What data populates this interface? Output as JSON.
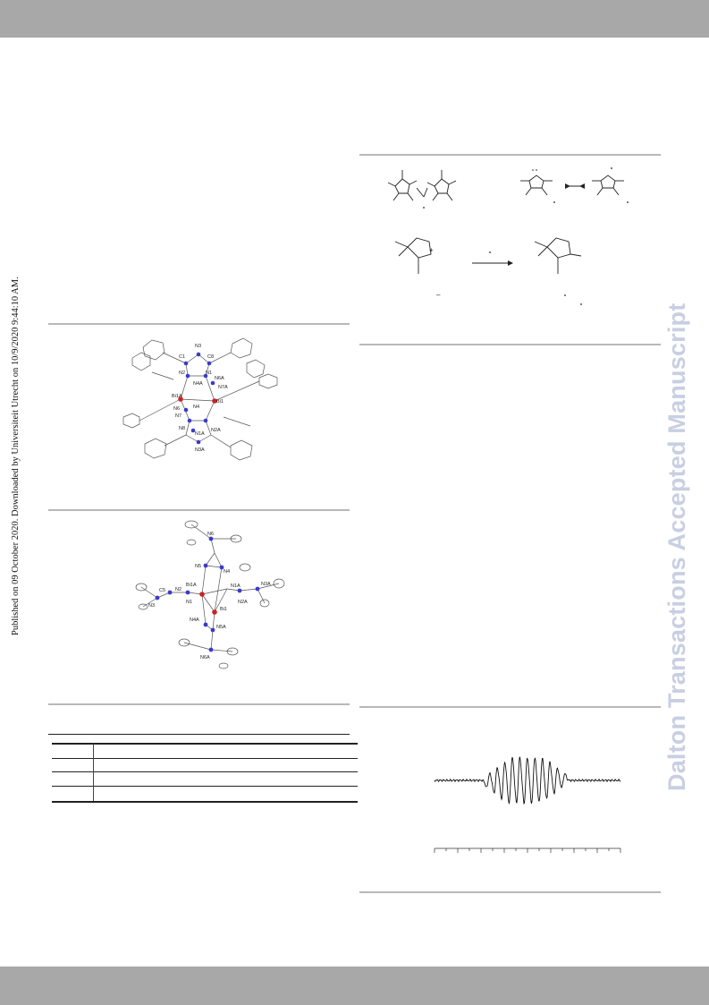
{
  "sidebar": {
    "published_note": "Published on 09 October 2020. Downloaded by Universiteit Utrecht on 10/9/2020 9:44:10 AM.",
    "watermark": "Dalton Transactions Accepted Manuscript"
  },
  "figure1": {
    "labels": [
      "N3",
      "C1",
      "C8",
      "N2",
      "N1",
      "N4A",
      "N6A",
      "N7A",
      "Bi1A",
      "N6",
      "N4",
      "Bi1",
      "N7",
      "N8",
      "N1A",
      "N2A",
      "N3A"
    ]
  },
  "figure2": {
    "labels": [
      "N6",
      "N5",
      "N4",
      "Bi1A",
      "N1A",
      "N3A",
      "C5",
      "N2",
      "N1",
      "Bi1",
      "N2A",
      "N3",
      "N4A",
      "N5A",
      "N6A"
    ]
  },
  "colors": {
    "header_bar": "#a8a8a8",
    "watermark": "#c9cfe2",
    "nitrogen": "#3a3acc",
    "bismuth": "#cc2222",
    "rule": "#b8b8b8"
  }
}
